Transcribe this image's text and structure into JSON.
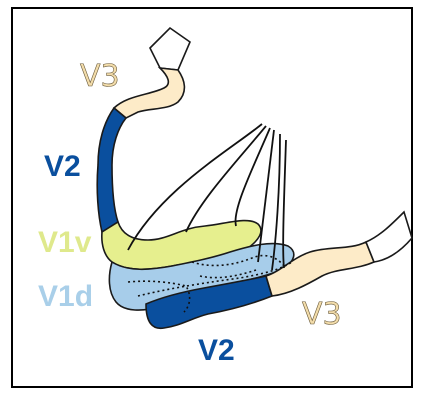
{
  "labels": {
    "v3_top": "V3",
    "v2_left": "V2",
    "v1v": "V1v",
    "v1d": "V1d",
    "v3_right": "V3",
    "v2_bottom": "V2"
  },
  "colors": {
    "v3": "#fdebc8",
    "v2": "#0a4f9e",
    "v1v": "#e6ef8e",
    "v1d": "#a7cdea",
    "white_end": "#ffffff",
    "outline": "#1a1a1a",
    "frame": "#000000",
    "v3_text": "#f2dcaa",
    "v2_text": "#0a4f9e",
    "v1v_text": "#dfe98c",
    "v1d_text": "#a9cfe9"
  }
}
